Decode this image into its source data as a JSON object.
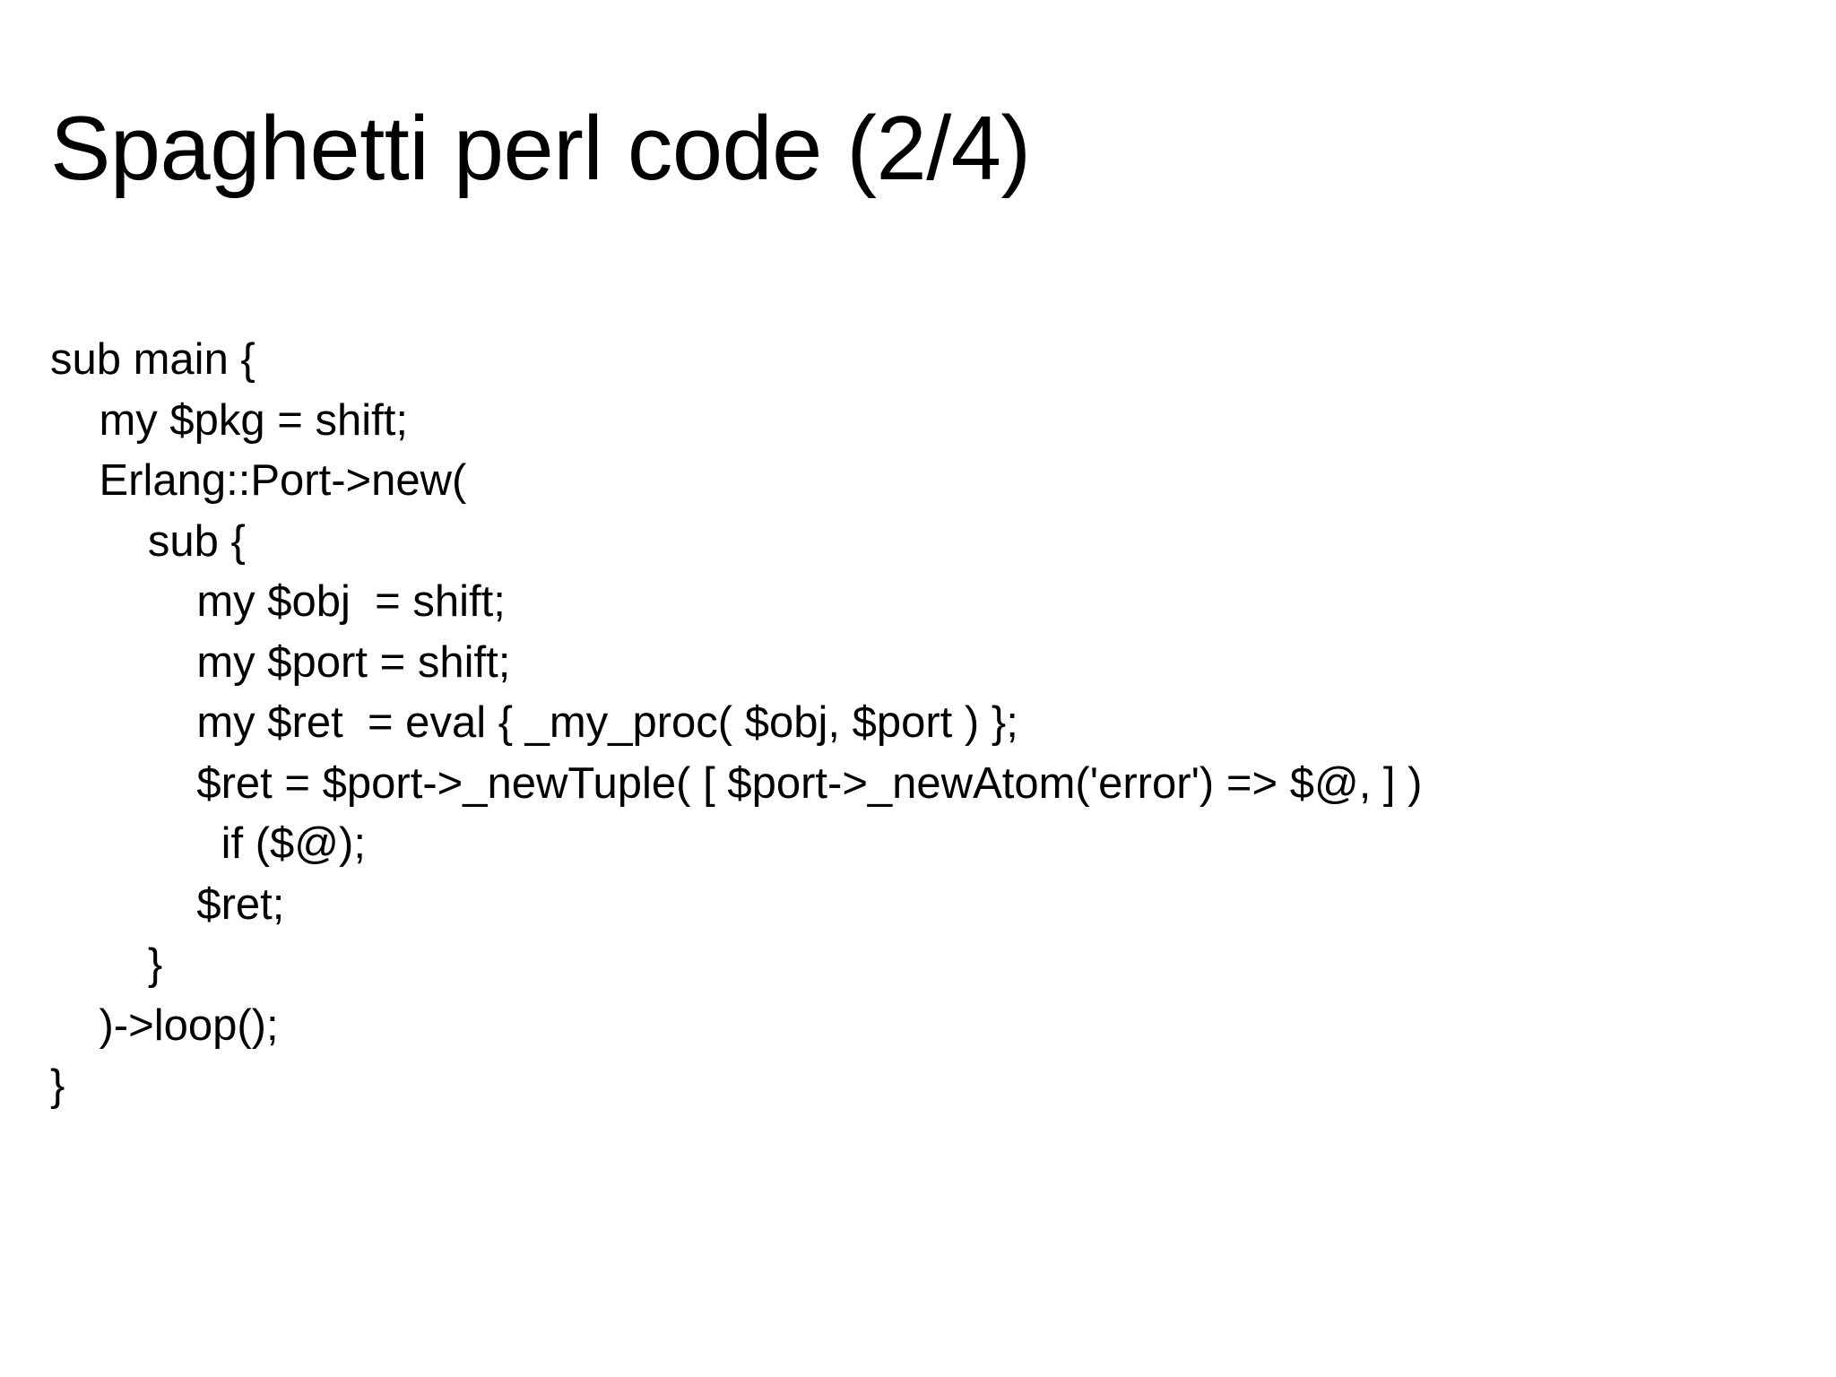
{
  "slide": {
    "title": "Spaghetti perl code (2/4)",
    "background_color": "#ffffff",
    "text_color": "#000000",
    "code_language": "perl",
    "code_lines": [
      "sub main {",
      "    my $pkg = shift;",
      "    Erlang::Port->new(",
      "        sub {",
      "            my $obj  = shift;",
      "            my $port = shift;",
      "            my $ret  = eval { _my_proc( $obj, $port ) };",
      "            $ret = $port->_newTuple( [ $port->_newAtom('error') => $@, ] )",
      "              if ($@);",
      "            $ret;",
      "        }",
      "    )->loop();",
      "}"
    ]
  }
}
